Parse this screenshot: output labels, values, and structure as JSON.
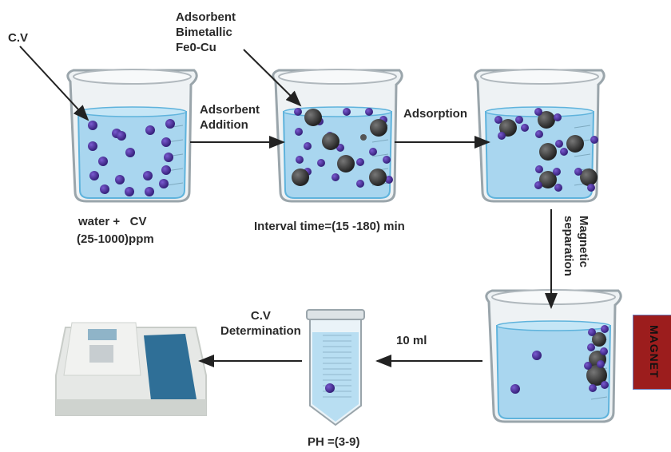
{
  "labels": {
    "cv": "C.V",
    "adsorbent_title": [
      "Adsorbent",
      "Bimetallic",
      "Fe0-Cu"
    ],
    "adsorbent_addition": [
      "Adsorbent",
      "Addition"
    ],
    "adsorption": "Adsorption",
    "water_cv": "water +   CV",
    "ppm_range": "(25-1000)ppm",
    "interval_time": "Interval time=(15 -180) min",
    "magnetic_separation": [
      "Magnetic",
      "separation"
    ],
    "volume": "10 ml",
    "determination": [
      "C.V",
      "Determination"
    ],
    "ph": "PH =(3-9)",
    "magnet": "MAGNET"
  },
  "colors": {
    "water": "#a9d6ef",
    "dye_particle": "#4a2c9e",
    "adsorbent_particle": "#3a3a3a",
    "magnet": "#9c1d1d",
    "arrow": "#222222"
  }
}
